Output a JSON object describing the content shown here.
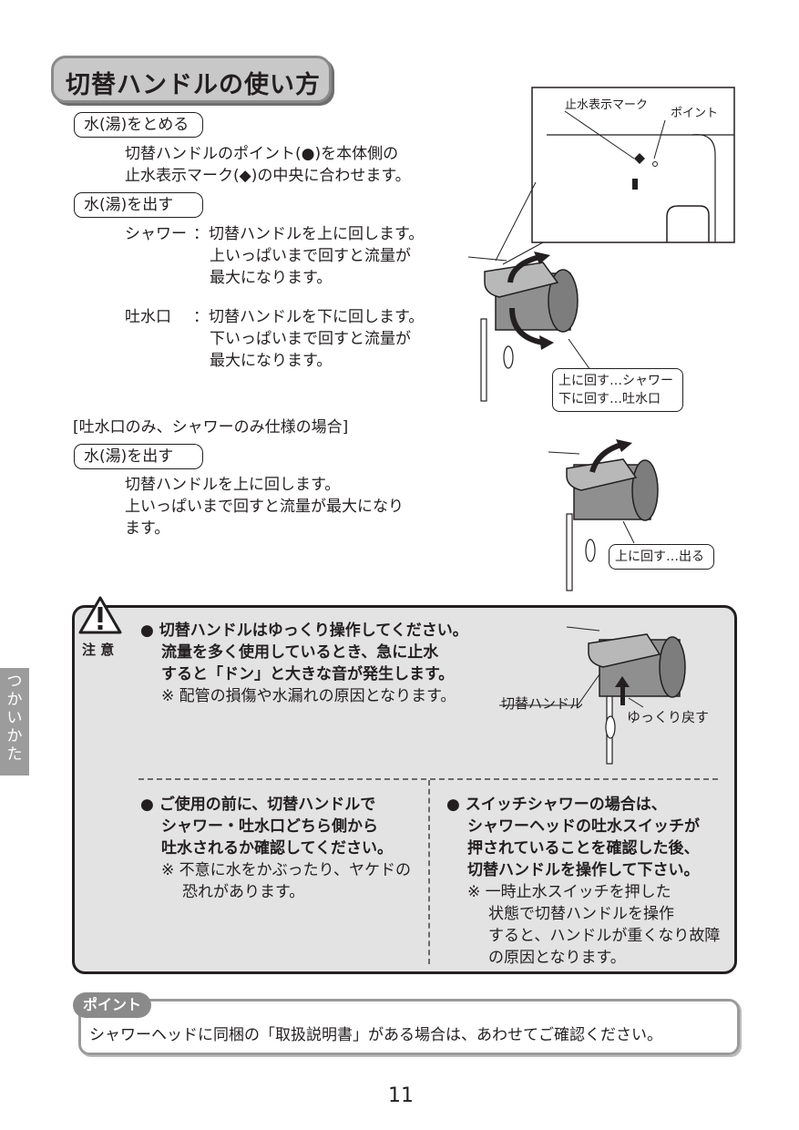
{
  "page_title": "切替ハンドルの使い方",
  "section_stop": {
    "label": "水(湯)をとめる",
    "line1": "切替ハンドルのポイント(●)を本体側の",
    "line2": "止水表示マーク(◆)の中央に合わせます。"
  },
  "section_out": {
    "label": "水(湯)を出す",
    "shower_label": "シャワー",
    "shower_line1": "：切替ハンドルを上に回します。",
    "shower_line2": "上いっぱいまで回すと流量が",
    "shower_line3": "最大になります。",
    "spout_label": "吐水口",
    "spout_line1": "：切替ハンドルを下に回します。",
    "spout_line2": "下いっぱいまで回すと流量が",
    "spout_line3": "最大になります。"
  },
  "diagram1": {
    "mark_label": "止水表示マーク",
    "point_label": "ポイント",
    "callout_line1": "上に回す…シャワー",
    "callout_line2": "下に回す…吐水口"
  },
  "spec_section": {
    "heading": "[吐水口のみ、シャワーのみ仕様の場合]",
    "label": "水(湯)を出す",
    "line1": "切替ハンドルを上に回します。",
    "line2": "上いっぱいまで回すと流量が最大になり",
    "line3": "ます。",
    "callout": "上に回す…出る"
  },
  "caution": {
    "icon_label": "注 意",
    "item1_line1": "● 切替ハンドルはゆっくり操作してください。",
    "item1_line2": "流量を多く使用しているとき、急に止水",
    "item1_line3": "すると「ドン」と大きな音が発生します。",
    "item1_note": "※ 配管の損傷や水漏れの原因となります。",
    "handle_label": "切替ハンドル",
    "slow_label": "ゆっくり戻す",
    "item2_line1": "● ご使用の前に、切替ハンドルで",
    "item2_line2": "シャワー・吐水口どちら側から",
    "item2_line3": "吐水されるか確認してください。",
    "item2_note1": "※ 不意に水をかぶったり、ヤケドの",
    "item2_note2": "恐れがあります。",
    "item3_line1": "● スイッチシャワーの場合は、",
    "item3_line2": "シャワーヘッドの吐水スイッチが",
    "item3_line3": "押されていることを確認した後、",
    "item3_line4": "切替ハンドルを操作して下さい。",
    "item3_note1": "※ 一時止水スイッチを押した",
    "item3_note2": "状態で切替ハンドルを操作",
    "item3_note3": "すると、ハンドルが重くなり故障",
    "item3_note4": "の原因となります。"
  },
  "point": {
    "tag": "ポイント",
    "text": "シャワーヘッドに同梱の「取扱説明書」がある場合は、あわせてご確認ください。"
  },
  "side_tab": "つかいかた",
  "page_number": "11"
}
